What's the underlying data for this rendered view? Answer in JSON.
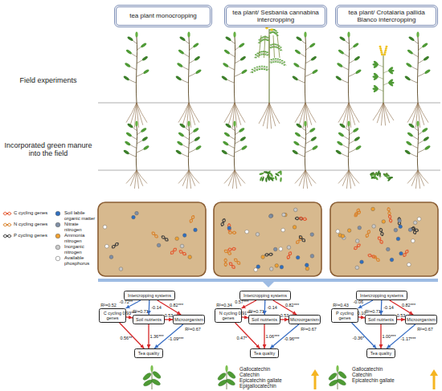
{
  "diagram": {
    "nodes": [
      {
        "text": [
          "tea plant monocropping"
        ]
      },
      {
        "text": [
          "tea plant/ Sesbania cannabina intercropping"
        ]
      },
      {
        "text": [
          "tea plant/ Crotalaria pallida Blanco intercropping"
        ]
      },
      {
        "text": [
          "Intercropping systems"
        ]
      },
      {
        "text": [
          "C cycling genes"
        ]
      },
      {
        "text": [
          "Soil nutrients"
        ]
      },
      {
        "text": [
          "Microorganism"
        ]
      },
      {
        "text": [
          "Tea quality"
        ]
      },
      {
        "text": [
          "Intercropping systems"
        ]
      },
      {
        "text": [
          "N cycling genes"
        ]
      },
      {
        "text": [
          "Soil nutrients"
        ]
      },
      {
        "text": [
          "Microorganism"
        ]
      },
      {
        "text": [
          "Tea quality"
        ]
      },
      {
        "text": [
          "Intercropping systems"
        ]
      },
      {
        "text": [
          "P cycling genes"
        ]
      },
      {
        "text": [
          "Soil nutrients"
        ]
      },
      {
        "text": [
          "Microorganism"
        ]
      },
      {
        "text": [
          "Tea quality"
        ]
      }
    ],
    "edges": [
      {
        "from": 3,
        "to": 4,
        "arrow": "to",
        "label": "-0.72**"
      },
      {
        "from": 3,
        "to": 5,
        "arrow": "to",
        "label": "-0.14"
      },
      {
        "from": 3,
        "to": 6,
        "arrow": "to",
        "label": "0.82***"
      },
      {
        "from": 4,
        "to": 5,
        "arrow": "to",
        "label": "0.93***"
      },
      {
        "from": 5,
        "to": 6,
        "arrow": "to",
        "label": "0.53"
      },
      {
        "from": 4,
        "to": 7,
        "arrow": "to",
        "label": "0.56**"
      },
      {
        "from": 5,
        "to": 7,
        "arrow": "to",
        "label": "1.36***"
      },
      {
        "from": 6,
        "to": 7,
        "arrow": "to",
        "label": "-1.09***"
      },
      {
        "from": 8,
        "to": 9,
        "arrow": "to",
        "label": "0.57***"
      },
      {
        "from": 8,
        "to": 10,
        "arrow": "to",
        "label": "-0.14"
      },
      {
        "from": 8,
        "to": 11,
        "arrow": "to",
        "label": "0.82***"
      },
      {
        "from": 9,
        "to": 10,
        "arrow": "to",
        "label": "0.91***"
      },
      {
        "from": 10,
        "to": 11,
        "arrow": "to",
        "label": "0.53"
      },
      {
        "from": 9,
        "to": 12,
        "arrow": "to",
        "label": "0.47*"
      },
      {
        "from": 10,
        "to": 12,
        "arrow": "to",
        "label": "1.06***"
      },
      {
        "from": 11,
        "to": 12,
        "arrow": "to",
        "label": "-0.96***"
      },
      {
        "from": 13,
        "to": 14,
        "arrow": "to",
        "label": "-0.06"
      },
      {
        "from": 13,
        "to": 15,
        "arrow": "to",
        "label": "-0.14"
      },
      {
        "from": 13,
        "to": 16,
        "arrow": "to",
        "label": "0.82***"
      },
      {
        "from": 14,
        "to": 15,
        "arrow": "to",
        "label": "0.10"
      },
      {
        "from": 15,
        "to": 16,
        "arrow": "to",
        "label": "0.53"
      },
      {
        "from": 14,
        "to": 17,
        "arrow": "to",
        "label": "-0.36*"
      },
      {
        "from": 15,
        "to": 17,
        "arrow": "to",
        "label": "1.00***"
      },
      {
        "from": 16,
        "to": 17,
        "arrow": "to",
        "label": "-1.17***"
      }
    ],
    "labels": [
      "Field experiments",
      "Incorporated green manure into the field",
      "R²=0.52",
      "R²=0.71",
      "R²=0.67",
      "R²=0.34",
      "R²=0.71",
      "R²=0.67",
      "R²=0.43",
      "R²=0.71",
      "R²=0.67",
      "Gallocatechin",
      "Catechin",
      "Epicatechin gallate",
      "Epigallocatechin",
      "Gallocatechin",
      "Catechin",
      "Epicatechin gallate"
    ],
    "legend": [
      {
        "text": "C cycling genes"
      },
      {
        "text": "N cycling genes"
      },
      {
        "text": "P cycling genes"
      },
      {
        "text": "Soil labile organic matter",
        "color": "#2f6fc0"
      },
      {
        "text": "Nitrate nitrogen",
        "color": "#7f8fa6"
      },
      {
        "text": "Ammonia nitrogen",
        "color": "#f0a030"
      },
      {
        "text": "Inorganic nitrogen",
        "color": "#c9c9c9"
      },
      {
        "text": "Available phosphorus",
        "color": "#ffffff"
      }
    ]
  }
}
